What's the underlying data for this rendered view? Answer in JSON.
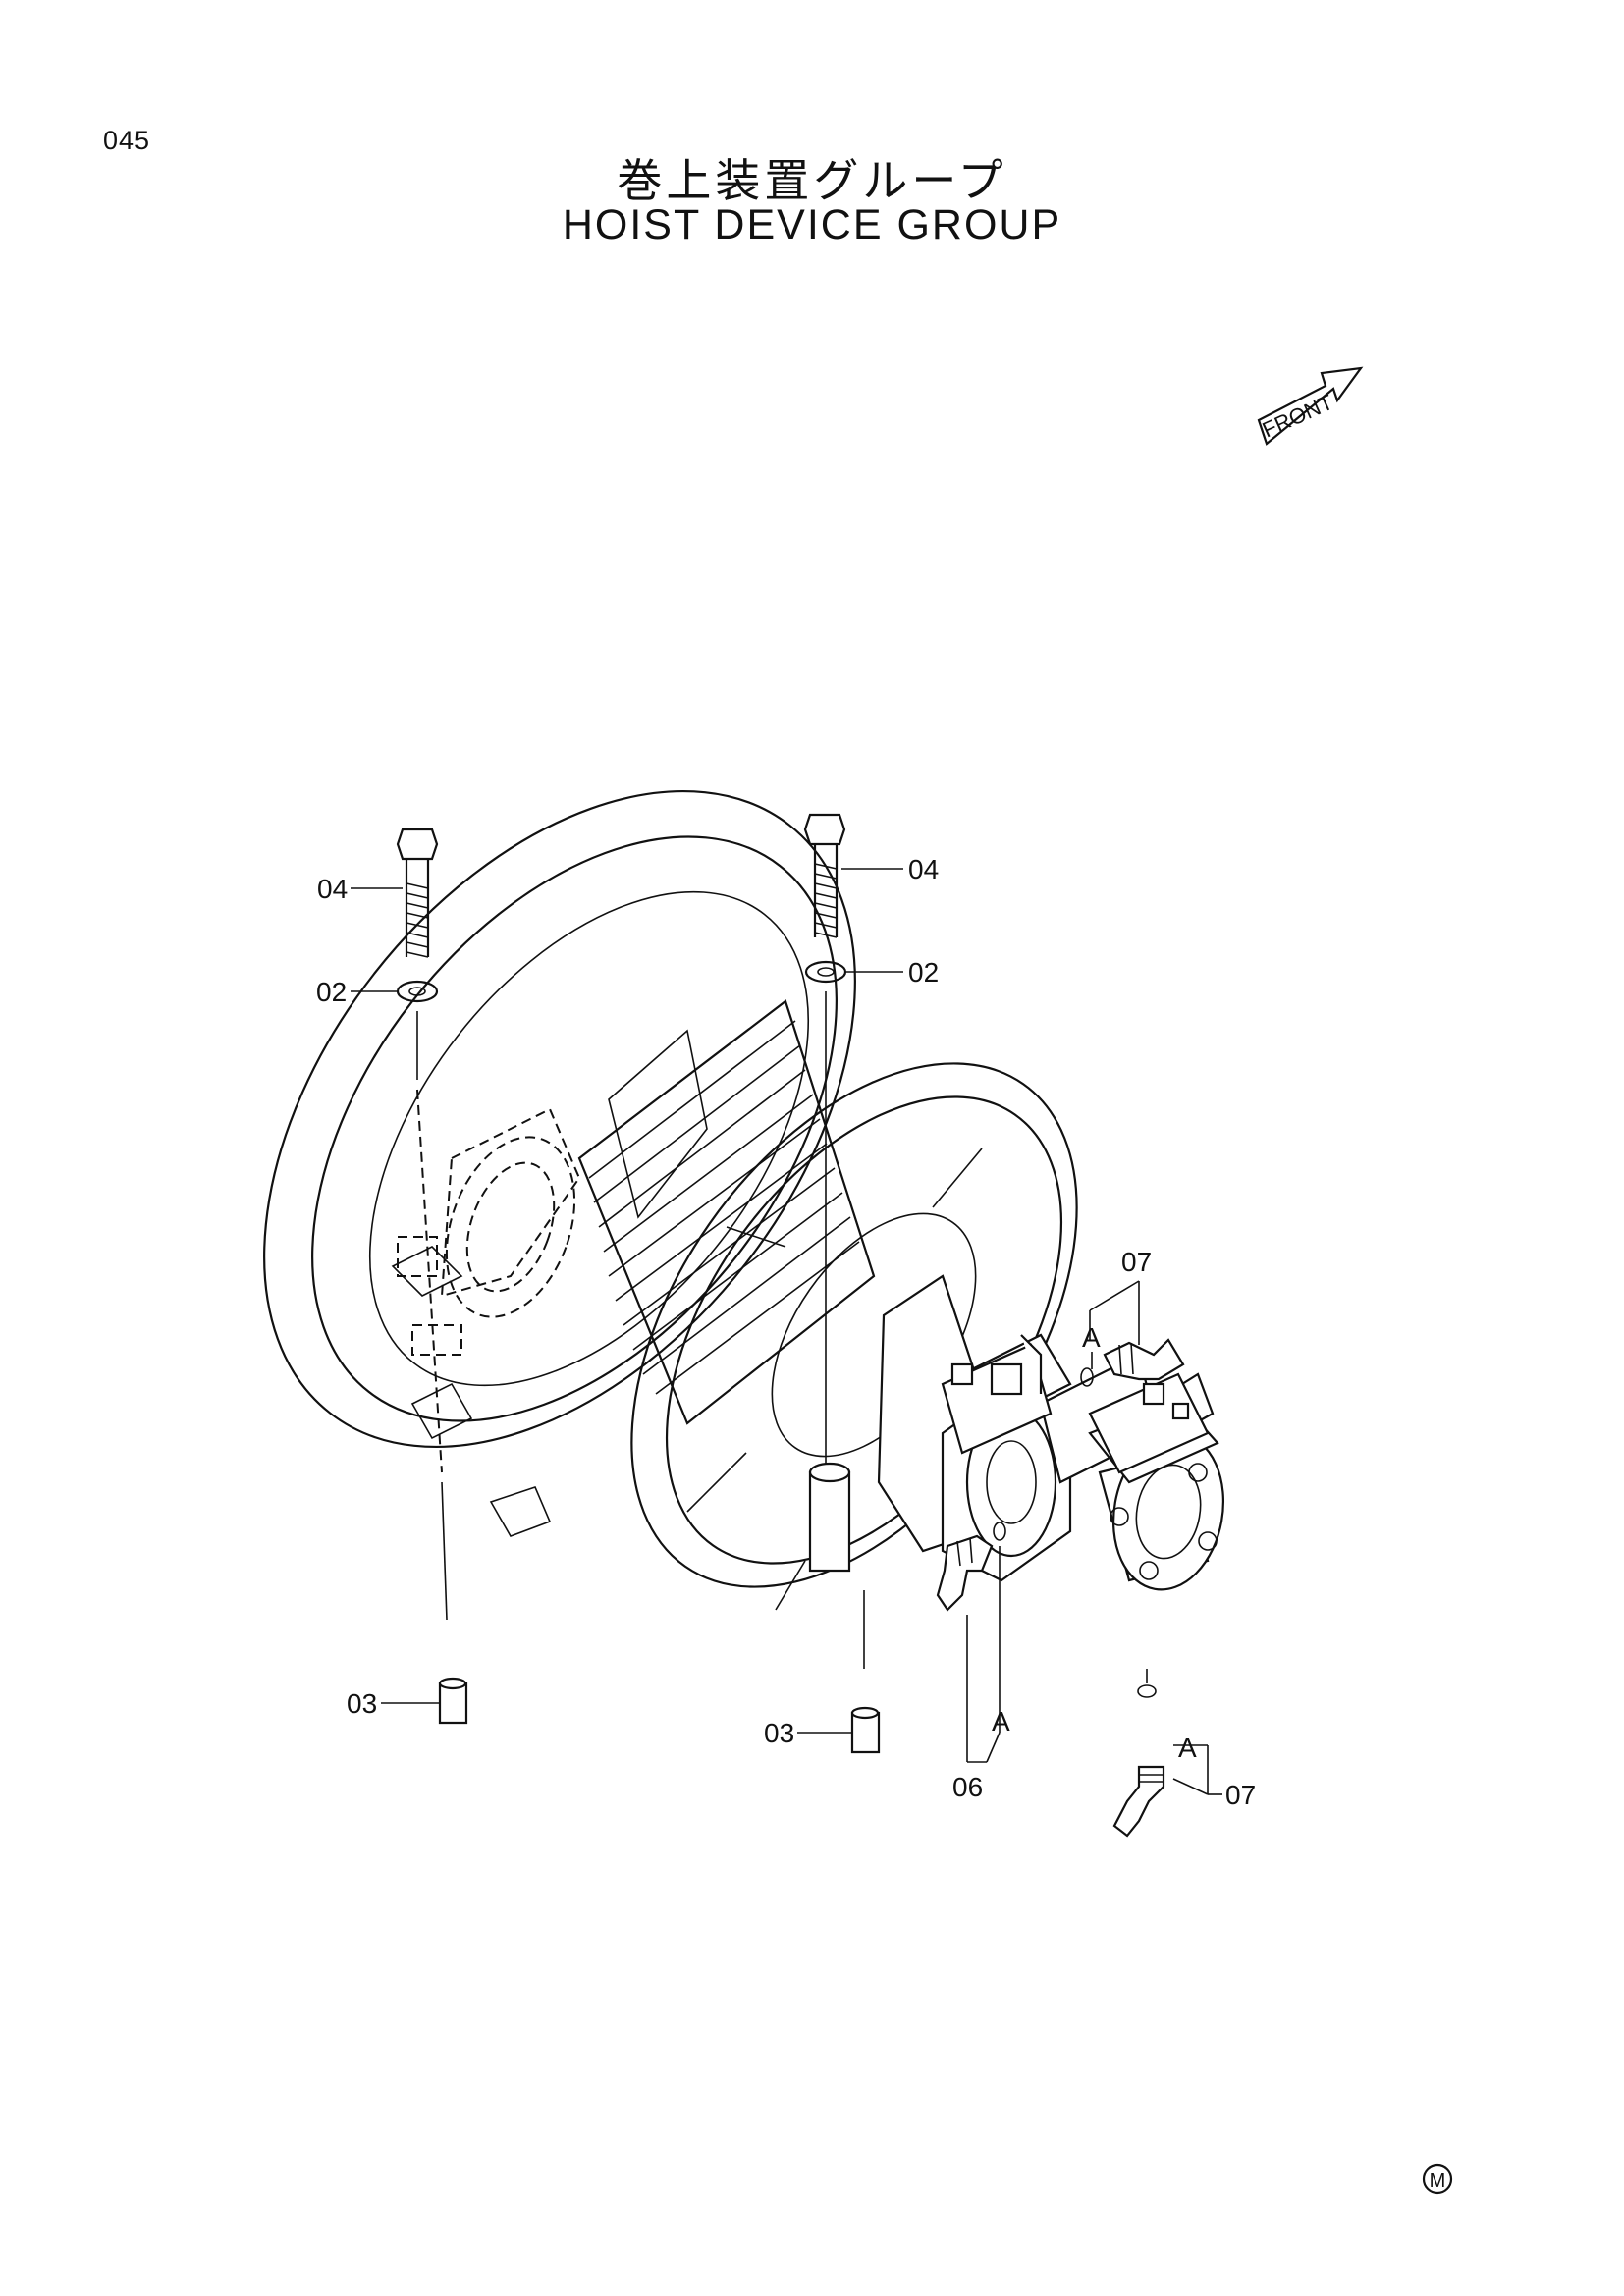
{
  "page": {
    "number": "045"
  },
  "title": {
    "japanese": "巻上装置グループ",
    "english": "HOIST DEVICE GROUP"
  },
  "front_indicator": {
    "label": "FRONT",
    "icon": "front-arrow-icon"
  },
  "callouts": [
    {
      "id": "c1",
      "label": "04"
    },
    {
      "id": "c2",
      "label": "04"
    },
    {
      "id": "c3",
      "label": "02"
    },
    {
      "id": "c4",
      "label": "02"
    },
    {
      "id": "c5",
      "label": "03"
    },
    {
      "id": "c6",
      "label": "03"
    },
    {
      "id": "c7",
      "label": "07"
    },
    {
      "id": "c8",
      "label": "07"
    },
    {
      "id": "c9",
      "label": "06"
    }
  ],
  "connection_marks": [
    {
      "id": "a1",
      "label": "A"
    },
    {
      "id": "a2",
      "label": "A"
    },
    {
      "id": "a3",
      "label": "A"
    }
  ],
  "corner_mark": {
    "label": "M"
  }
}
